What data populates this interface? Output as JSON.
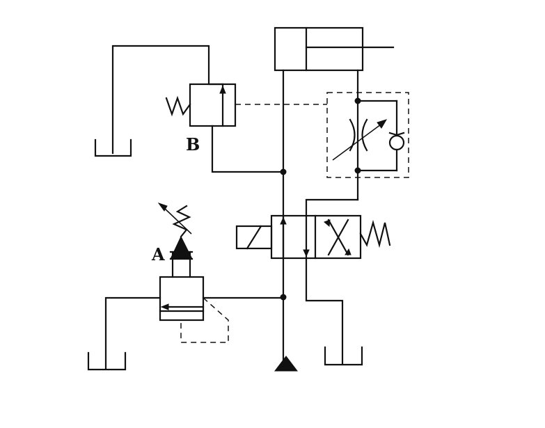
{
  "labels": {
    "a": "A",
    "b": "B"
  },
  "colors": {
    "line": "#111111",
    "background": "#ffffff"
  },
  "components": [
    "hydraulic-cylinder",
    "sequence-valve-b",
    "throttle-check-valve",
    "solenoid-directional-valve",
    "relief-valve-a",
    "hydraulic-pump",
    "tank"
  ]
}
